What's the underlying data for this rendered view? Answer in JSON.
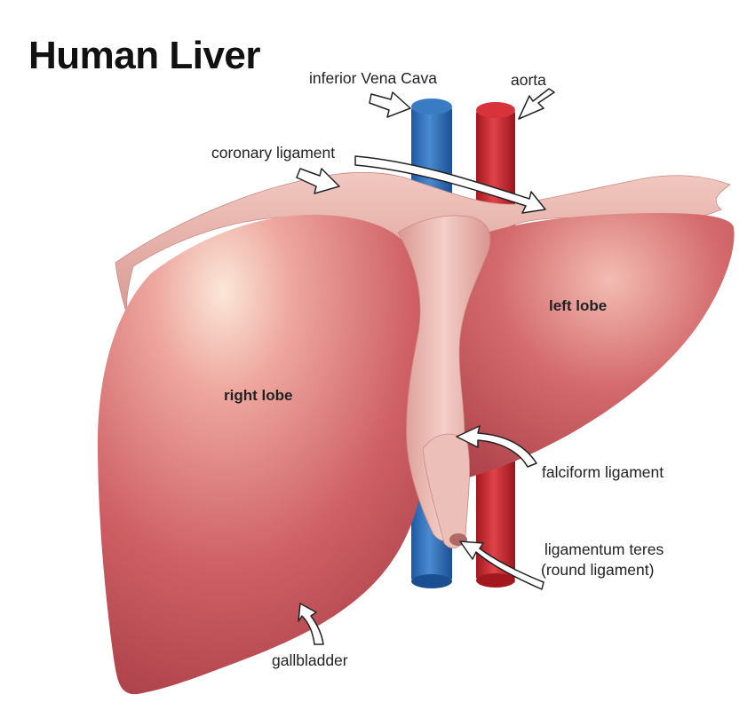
{
  "title": "Human Liver",
  "labels": {
    "inferior_vena_cava": "inferior Vena Cava",
    "aorta": "aorta",
    "coronary_ligament": "coronary ligament",
    "left_lobe": "left lobe",
    "right_lobe": "right lobe",
    "falciform_ligament": "falciform ligament",
    "ligamentum_teres_line1": "ligamentum teres",
    "ligamentum_teres_line2": "(round ligament)",
    "gallbladder": "gallbladder"
  },
  "colors": {
    "liver": "#c9575d",
    "liver_highlight": "#f6d3c7",
    "ligament": "#e9b4ad",
    "vena_cava": "#2f6fb8",
    "aorta": "#c8262c",
    "gallbladder": "#8b8444"
  }
}
